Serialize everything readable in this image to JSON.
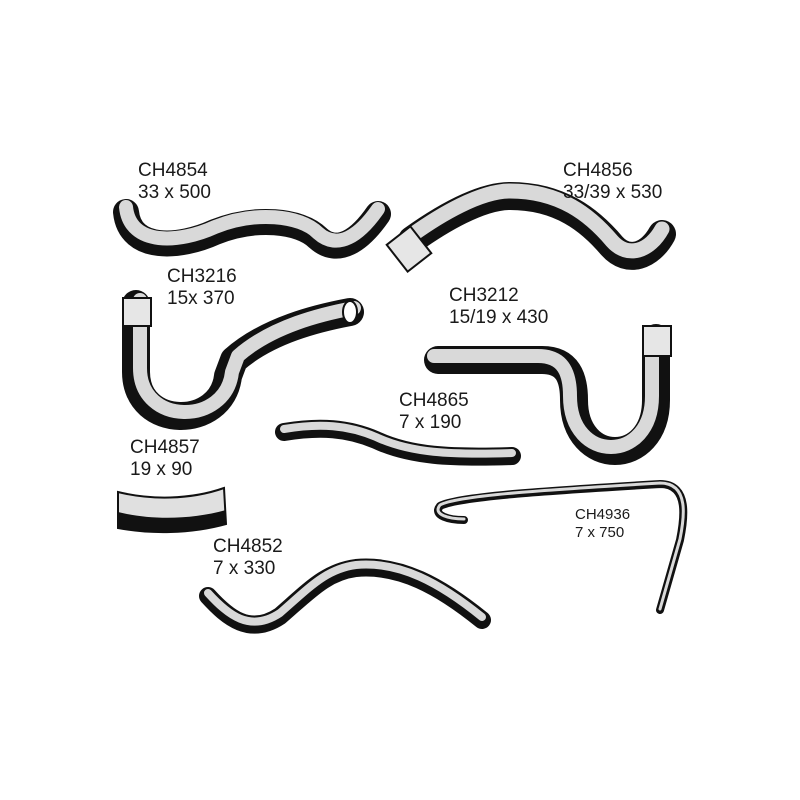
{
  "parts": [
    {
      "code": "CH4854",
      "size": "33 x 500"
    },
    {
      "code": "CH4856",
      "size": "33/39 x 530"
    },
    {
      "code": "CH3216",
      "size": "15x 370"
    },
    {
      "code": "CH3212",
      "size": "15/19 x 430"
    },
    {
      "code": "CH4865",
      "size": "7 x 190"
    },
    {
      "code": "CH4857",
      "size": "19 x 90"
    },
    {
      "code": "CH4936",
      "size": "7 x 750"
    },
    {
      "code": "CH4852",
      "size": "7 x 330"
    }
  ]
}
